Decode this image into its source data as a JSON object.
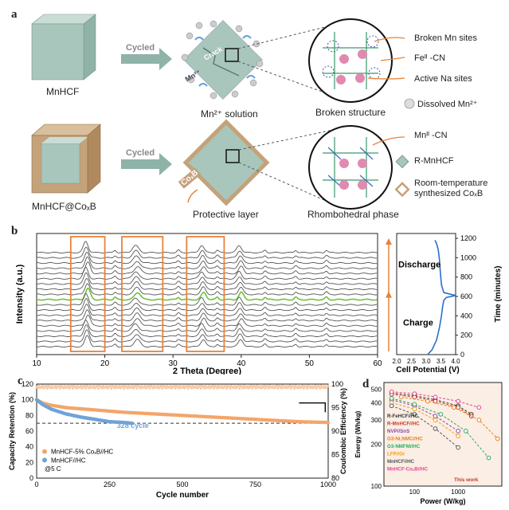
{
  "panel_a": {
    "letter": "a",
    "row1": {
      "cube_label": "MnHCF",
      "arrow_label": "Cycled",
      "particle_label": "Mn²⁺ solution",
      "crack_label": "Crack",
      "mn_label": "Mn²⁺",
      "circle_label": "Broken structure",
      "legend": [
        "Broken Mn sites",
        "Feᴵᴵ -CN",
        "Active Na sites",
        "Dissolved  Mn²⁺"
      ]
    },
    "row2": {
      "cube_label": "MnHCF@CoₓB",
      "arrow_label": "Cycled",
      "particle_label": "Protective layer",
      "coxb_label": "CoₓB",
      "circle_label": "Rhombohedral phase",
      "legend": [
        "Mnᴵᴵ -CN",
        "R-MnHCF",
        "Room-temperature",
        "synthesized CoₓB"
      ]
    },
    "colors": {
      "cube_face": "#a8c6bb",
      "cube_top": "#c9ddd5",
      "shell": "#c4a27a",
      "arrow": "#8fb3a8",
      "accent": "#e8823a"
    }
  },
  "panel_b": {
    "letter": "b",
    "chart_data": [
      {
        "type": "line",
        "title": "",
        "xlabel": "2 Theta (Degree)",
        "ylabel": "Intensity (a.u.)",
        "xlim": [
          10,
          60
        ],
        "x_ticks": [
          10,
          20,
          30,
          40,
          50,
          60
        ],
        "peaks_2theta": [
          17.2,
          24.5,
          34.2,
          39.7
        ],
        "highlight_boxes": [
          [
            15,
            20
          ],
          [
            22.5,
            28.5
          ],
          [
            32,
            37.5
          ]
        ],
        "series_count": 19,
        "highlight_series_index": 9,
        "series_color": "#555555",
        "highlight_color": "#6ec43a",
        "box_color": "#e8823a"
      },
      {
        "type": "line",
        "xlabel": "Cell Potential (V)",
        "ylabel": "Time (minutes)",
        "xlim": [
          2.0,
          4.0
        ],
        "ylim": [
          0,
          1250
        ],
        "x_ticks": [
          2.0,
          2.5,
          3.0,
          3.5,
          4.0
        ],
        "y_ticks": [
          0,
          200,
          400,
          600,
          800,
          1000,
          1200
        ],
        "annotations": [
          "Discharge",
          "Charge"
        ],
        "curve_color": "#2a6fc9",
        "charge": {
          "x": [
            3.05,
            3.2,
            3.35,
            3.45,
            3.52,
            3.56,
            3.6,
            3.68,
            4.0
          ],
          "y": [
            0,
            50,
            150,
            280,
            400,
            500,
            560,
            590,
            610
          ]
        },
        "discharge": {
          "x": [
            4.0,
            3.6,
            3.52,
            3.48,
            3.45,
            3.41,
            3.36,
            3.3
          ],
          "y": [
            610,
            640,
            720,
            850,
            980,
            1080,
            1140,
            1180
          ]
        }
      }
    ]
  },
  "panel_c": {
    "letter": "c",
    "chart_data": {
      "type": "scatter",
      "xlabel": "Cycle number",
      "ylabel": "Capacity Retention (%)",
      "y2label": "Coulombic Efficiency (%)",
      "xlim": [
        0,
        1000
      ],
      "ylim": [
        0,
        120
      ],
      "y2lim": [
        80,
        100
      ],
      "x_ticks": [
        0,
        250,
        500,
        750,
        1000
      ],
      "y_ticks": [
        0,
        20,
        40,
        60,
        80,
        100,
        120
      ],
      "y2_ticks": [
        80,
        85,
        90,
        95,
        100
      ],
      "reference_line": 70,
      "annotation": "328 cycle",
      "series": [
        {
          "name": "MnHCF-5% CoₓB//HC",
          "color": "#f4a56a",
          "x": [
            0,
            20,
            50,
            100,
            200,
            300,
            400,
            500,
            600,
            700,
            800,
            900,
            1000
          ],
          "y": [
            100,
            96,
            93,
            90,
            87,
            84,
            82,
            80,
            78,
            76,
            74,
            72,
            71
          ]
        },
        {
          "name": "MnHCF//HC",
          "color": "#6fa3d8",
          "x": [
            0,
            20,
            50,
            100,
            150,
            200,
            250,
            300,
            328
          ],
          "y": [
            100,
            94,
            88,
            82,
            78,
            75,
            72,
            71,
            70
          ]
        }
      ],
      "legend_extra": "@5 C"
    }
  },
  "panel_d": {
    "letter": "d",
    "chart_data": {
      "type": "line",
      "xlabel": "Power (W/kg)",
      "ylabel": "Energy (Wh/kg)",
      "x_scale": "log",
      "y_scale": "log",
      "x_ticks": [
        100,
        1000
      ],
      "y_ticks": [
        100,
        200,
        300,
        400,
        500
      ],
      "series": [
        {
          "name": "R-FeHCF//HC",
          "color": "#333333",
          "x": [
            30,
            100,
            300,
            1000,
            2000
          ],
          "y": [
            470,
            450,
            420,
            380,
            330
          ]
        },
        {
          "name": "R-MnHCF//HC",
          "color": "#c0392b",
          "x": [
            30,
            100,
            300,
            1000,
            2000
          ],
          "y": [
            460,
            440,
            410,
            370,
            320
          ]
        },
        {
          "name": "NVP//SnS",
          "color": "#8e44ad",
          "x": [
            30,
            100,
            300,
            1000
          ],
          "y": [
            420,
            380,
            320,
            250
          ]
        },
        {
          "name": "O3-Ni,NMC//HC",
          "color": "#e67e22",
          "x": [
            50,
            200,
            800,
            3000,
            8000
          ],
          "y": [
            440,
            410,
            370,
            300,
            220
          ]
        },
        {
          "name": "O3-NMFM//HC",
          "color": "#27ae60",
          "x": [
            30,
            100,
            400,
            1500,
            5000
          ],
          "y": [
            430,
            390,
            330,
            250,
            160
          ]
        },
        {
          "name": "LFP//Gr",
          "color": "#f39c12",
          "x": [
            30,
            100,
            300,
            1000
          ],
          "y": [
            400,
            360,
            300,
            230
          ]
        },
        {
          "name": "MnHCF//HC",
          "color": "#555555",
          "x": [
            30,
            100,
            300,
            1000
          ],
          "y": [
            380,
            330,
            260,
            190
          ]
        },
        {
          "name": "MnHCF-CoₓB//HC",
          "color": "#e84393",
          "x": [
            30,
            100,
            300,
            1000,
            3000
          ],
          "y": [
            480,
            465,
            440,
            410,
            370
          ]
        }
      ],
      "annotation": "This work"
    }
  }
}
